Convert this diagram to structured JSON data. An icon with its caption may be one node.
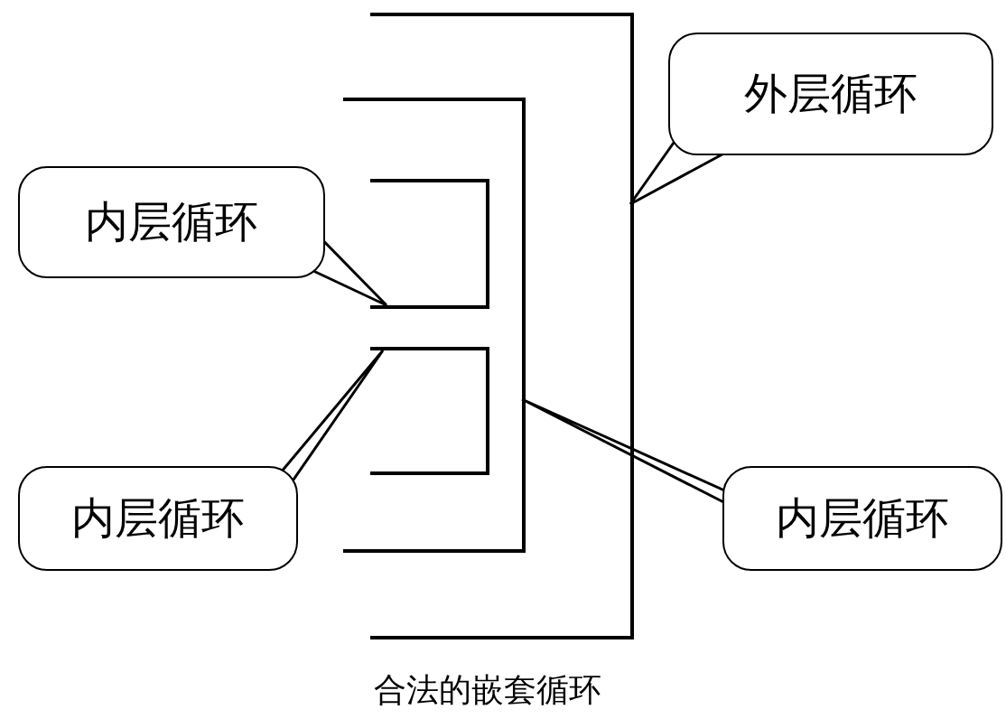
{
  "diagram": {
    "caption": "合法的嵌套循环",
    "nodes": [
      {
        "text": [
          "外层循环"
        ]
      },
      {
        "text": [],
        "shape": "bracket"
      },
      {
        "text": [
          "内层循环"
        ]
      },
      {
        "text": [],
        "shape": "bracket",
        "in": 1
      },
      {
        "text": [],
        "shape": "bracket",
        "in": 3
      },
      {
        "text": [],
        "shape": "bracket",
        "in": 3
      },
      {
        "text": [
          "内层循环"
        ]
      },
      {
        "text": [
          "内层循环"
        ]
      }
    ],
    "edges": [
      {
        "from": 0,
        "to": 1,
        "arrow": "none"
      },
      {
        "from": 2,
        "to": 4,
        "arrow": "none"
      },
      {
        "from": 6,
        "to": 5,
        "arrow": "none"
      },
      {
        "from": 7,
        "to": 3,
        "arrow": "none"
      }
    ]
  }
}
